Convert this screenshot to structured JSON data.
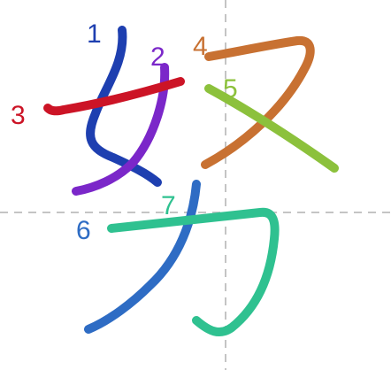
{
  "diagram": {
    "strokes": [
      {
        "order": "1",
        "color": "#1e3fb0"
      },
      {
        "order": "2",
        "color": "#7b27c9"
      },
      {
        "order": "3",
        "color": "#cc1426"
      },
      {
        "order": "4",
        "color": "#c87132"
      },
      {
        "order": "5",
        "color": "#8cc13c"
      },
      {
        "order": "6",
        "color": "#2e6cc4"
      },
      {
        "order": "7",
        "color": "#2fc190"
      }
    ]
  }
}
